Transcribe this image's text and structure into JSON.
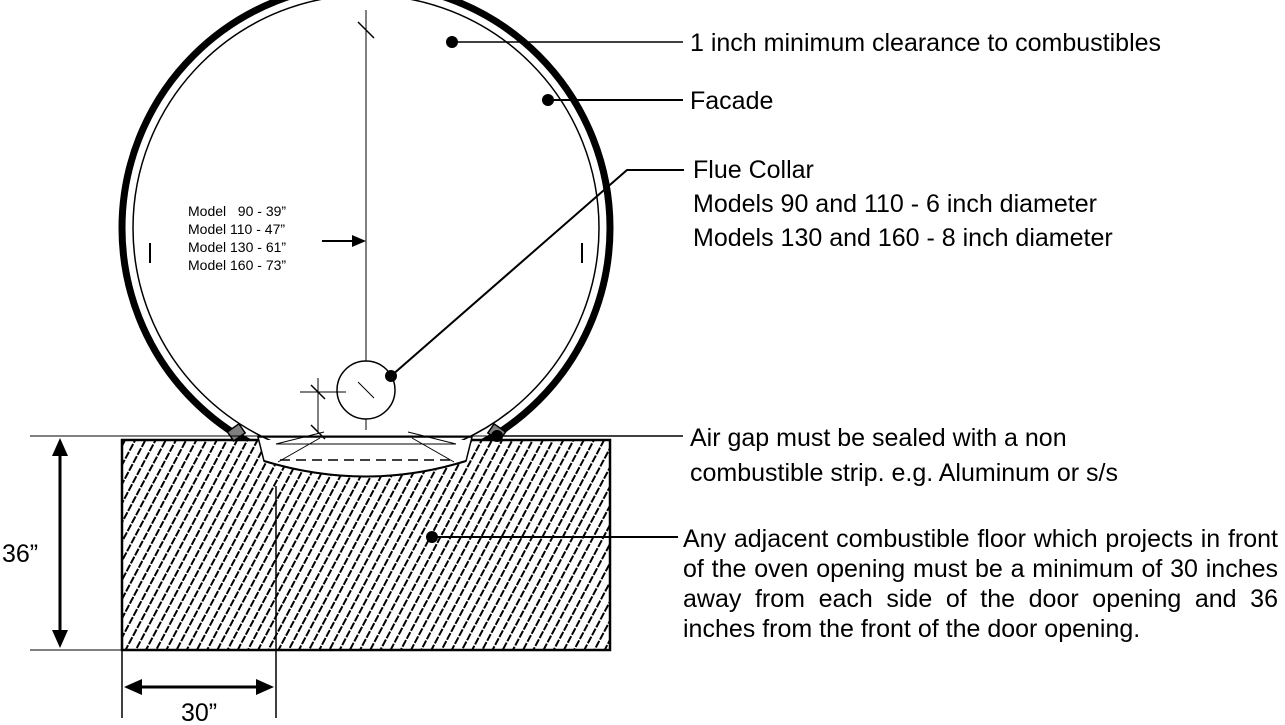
{
  "callouts": {
    "clearance": "1 inch minimum clearance to combustibles",
    "facade": "Facade",
    "flue_title": "Flue Collar",
    "flue_line1": "Models 90 and 110 - 6 inch diameter",
    "flue_line2": "Models 130 and 160 - 8 inch diameter",
    "air_gap_line1": "Air gap must be sealed with a non",
    "air_gap_line2": "combustible strip. e.g.  Aluminum or s/s",
    "floor_note": "Any adjacent combustible floor which projects in front of the oven opening must be a minimum of 30 inches away from each side of the door opening and 36 inches from the front of the door opening."
  },
  "models": [
    "Model   90 - 39”",
    "Model 110 - 47”",
    "Model 130 - 61”",
    "Model 160 - 73”"
  ],
  "dimensions": {
    "depth": "36”",
    "width": "30”"
  }
}
